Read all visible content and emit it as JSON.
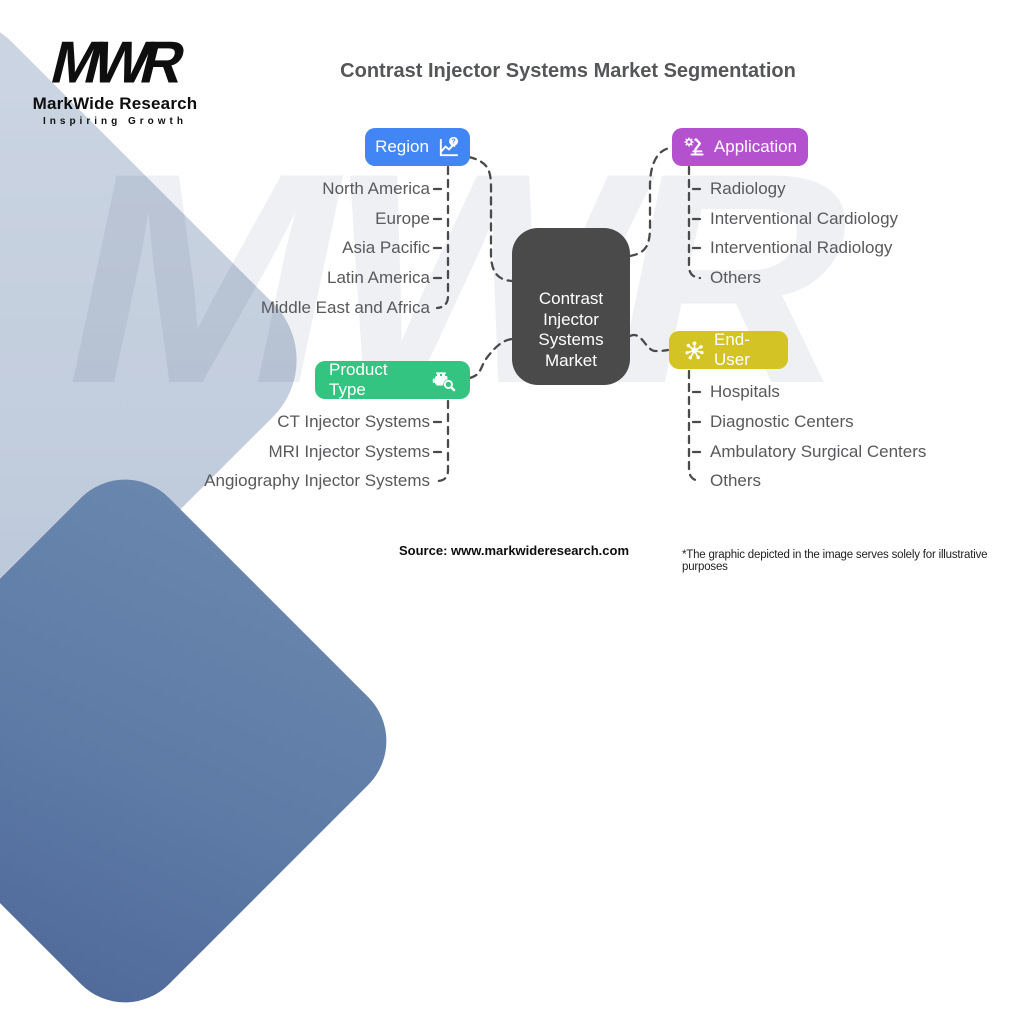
{
  "page": {
    "title": "Contrast Injector Systems Market Segmentation"
  },
  "logo": {
    "monogram": "MWR",
    "name": "MarkWide Research",
    "tagline": "Inspiring Growth"
  },
  "watermark": "MWR",
  "center_node": {
    "label": "Contrast Injector Systems Market"
  },
  "branches": {
    "region": {
      "label": "Region",
      "color": "#4286f5",
      "icon": "chart-question-icon",
      "items": [
        "North America",
        "Europe",
        "Asia Pacific",
        "Latin America",
        "Middle East and Africa"
      ]
    },
    "application": {
      "label": "Application",
      "color": "#b351ce",
      "icon": "microscope-gear-icon",
      "items": [
        "Radiology",
        "Interventional Cardiology",
        "Interventional Radiology",
        "Others"
      ]
    },
    "product_type": {
      "label": "Product Type",
      "color": "#34c481",
      "icon": "engine-search-icon",
      "items": [
        "CT Injector Systems",
        "MRI Injector Systems",
        "Angiography Injector Systems"
      ]
    },
    "end_user": {
      "label": "End-User",
      "color": "#d3c324",
      "icon": "network-user-icon",
      "items": [
        "Hospitals",
        "Diagnostic Centers",
        "Ambulatory Surgical Centers",
        "Others"
      ]
    }
  },
  "footer": {
    "source": "Source: www.markwideresearch.com",
    "disclaimer": "*The graphic depicted in the image serves solely for illustrative purposes"
  },
  "colors": {
    "center_node_bg": "#4a4a4b",
    "item_text": "#58595b",
    "connector": "#4a4a4a",
    "background_shape_light": "#c2cddd",
    "background_shape_blue": "#5d7ba6",
    "watermark": "#eef0f3"
  }
}
